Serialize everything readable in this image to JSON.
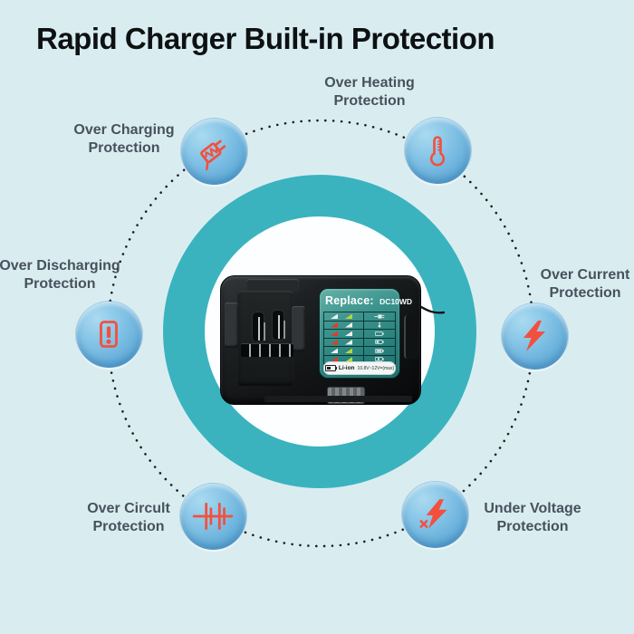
{
  "title": "Rapid Charger Built-in Protection",
  "features": [
    {
      "name": "over-charging",
      "line1": "Over Charging",
      "line2": "Protection",
      "icon": "charging-plug-icon"
    },
    {
      "name": "over-heating",
      "line1": "Over Heating",
      "line2": "Protection",
      "icon": "thermometer-icon"
    },
    {
      "name": "over-discharging",
      "line1": "Over Discharging",
      "line2": "Protection",
      "icon": "discharge-warning-icon"
    },
    {
      "name": "over-current",
      "line1": "Over Current",
      "line2": "Protection",
      "icon": "lightning-bolt-icon"
    },
    {
      "name": "over-circuit",
      "line1": "Over Circult",
      "line2": "Protection",
      "icon": "circuit-symbol-icon"
    },
    {
      "name": "under-voltage",
      "line1": "Under Voltage",
      "line2": "Protection",
      "icon": "lightning-x-icon"
    }
  ],
  "charger": {
    "label_brand": "Replace:",
    "label_model": "DC10WD",
    "battery_type": "Li-ion",
    "voltage_text": "10.8V~12V=(max)",
    "led_rows": [
      {
        "leds": [
          "white",
          "green"
        ],
        "icon": "plug"
      },
      {
        "leds": [
          "red",
          "white"
        ],
        "icon": "thermometer"
      },
      {
        "leds": [
          "red",
          "white"
        ],
        "icon": "battery-low"
      },
      {
        "leds": [
          "red",
          "white"
        ],
        "icon": "battery-mid"
      },
      {
        "leds": [
          "white",
          "green"
        ],
        "icon": "battery-high"
      },
      {
        "leds": [
          "red",
          "green"
        ],
        "icon": "battery-moon"
      }
    ]
  },
  "colors": {
    "background": "#d9edf1",
    "ring_teal": "#3ab3bf",
    "inner_disc": "#fcfeff",
    "feature_circle_light": "#aadaf0",
    "feature_circle_dark": "#519ecd",
    "icon_red": "#f2503e",
    "label_panel_teal": "#2d827e",
    "led_red": "#e23b28",
    "led_green": "#b6d934",
    "led_white": "#eef2ef",
    "label_text": "#47515c",
    "title_text": "#0e1112",
    "dotted_line": "#1f1f1f"
  }
}
